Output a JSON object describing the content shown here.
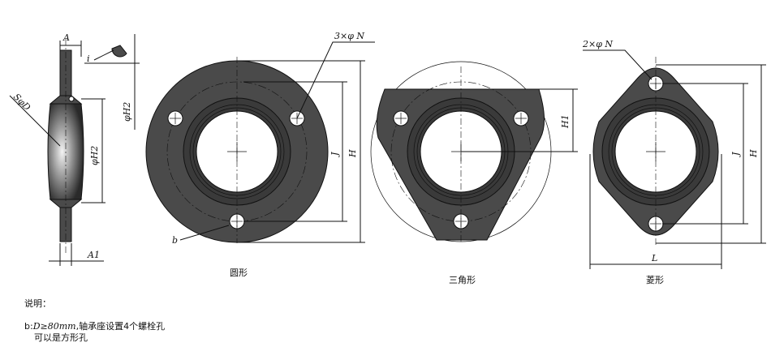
{
  "side_view": {
    "dim_A": "A",
    "dim_A1": "A1",
    "dim_SphiD": "SφD",
    "dim_phiH2_top": "φH2",
    "dim_phiH2": "φH2",
    "dim_i": "i"
  },
  "round_view": {
    "holes_label": "3×φ N",
    "dim_J": "J",
    "dim_H": "H",
    "dim_b": "b",
    "caption": "圆形"
  },
  "triangle_view": {
    "dim_H1": "H1",
    "caption": "三角形"
  },
  "diamond_view": {
    "holes_label": "2×φ N",
    "dim_J": "J",
    "dim_H": "H",
    "dim_L": "L",
    "caption": "菱形"
  },
  "notes": {
    "title": "说明：",
    "line1_prefix": "b:",
    "line1_formula": "D≥80mm",
    "line1_rest": ",轴承座设置4个螺栓孔",
    "line2": "可以是方形孔"
  },
  "colors": {
    "body": "#4a4a4a",
    "line": "#111111"
  }
}
